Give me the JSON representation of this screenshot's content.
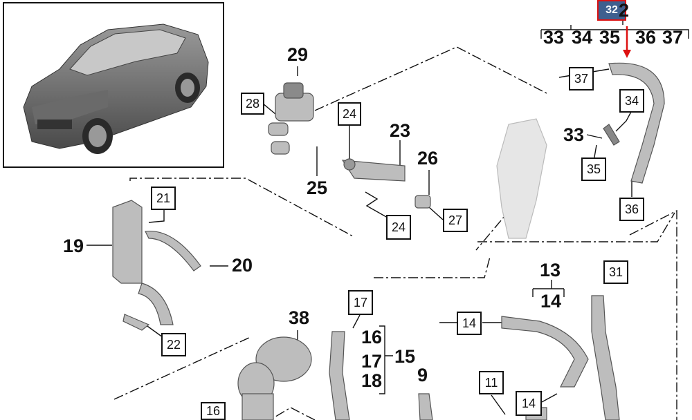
{
  "selected_part": "32",
  "group_32": {
    "bracket_label": "2",
    "items": [
      "33",
      "34",
      "35",
      "36",
      "37"
    ]
  },
  "labels": {
    "l29": "29",
    "l23": "23",
    "l26": "26",
    "l25": "25",
    "l19": "19",
    "l20": "20",
    "l38": "38",
    "l13": "13",
    "l14b": "14",
    "l16a": "16",
    "l17a": "17",
    "l18": "18",
    "l15": "15",
    "l9": "9",
    "l33": "33"
  },
  "boxes": {
    "b28": "28",
    "b24a": "24",
    "b24b": "24",
    "b27": "27",
    "b21": "21",
    "b22": "22",
    "b37": "37",
    "b34": "34",
    "b35": "35",
    "b36": "36",
    "b31": "31",
    "b17": "17",
    "b14a": "14",
    "b14b": "14",
    "b11": "11",
    "b16": "16"
  }
}
